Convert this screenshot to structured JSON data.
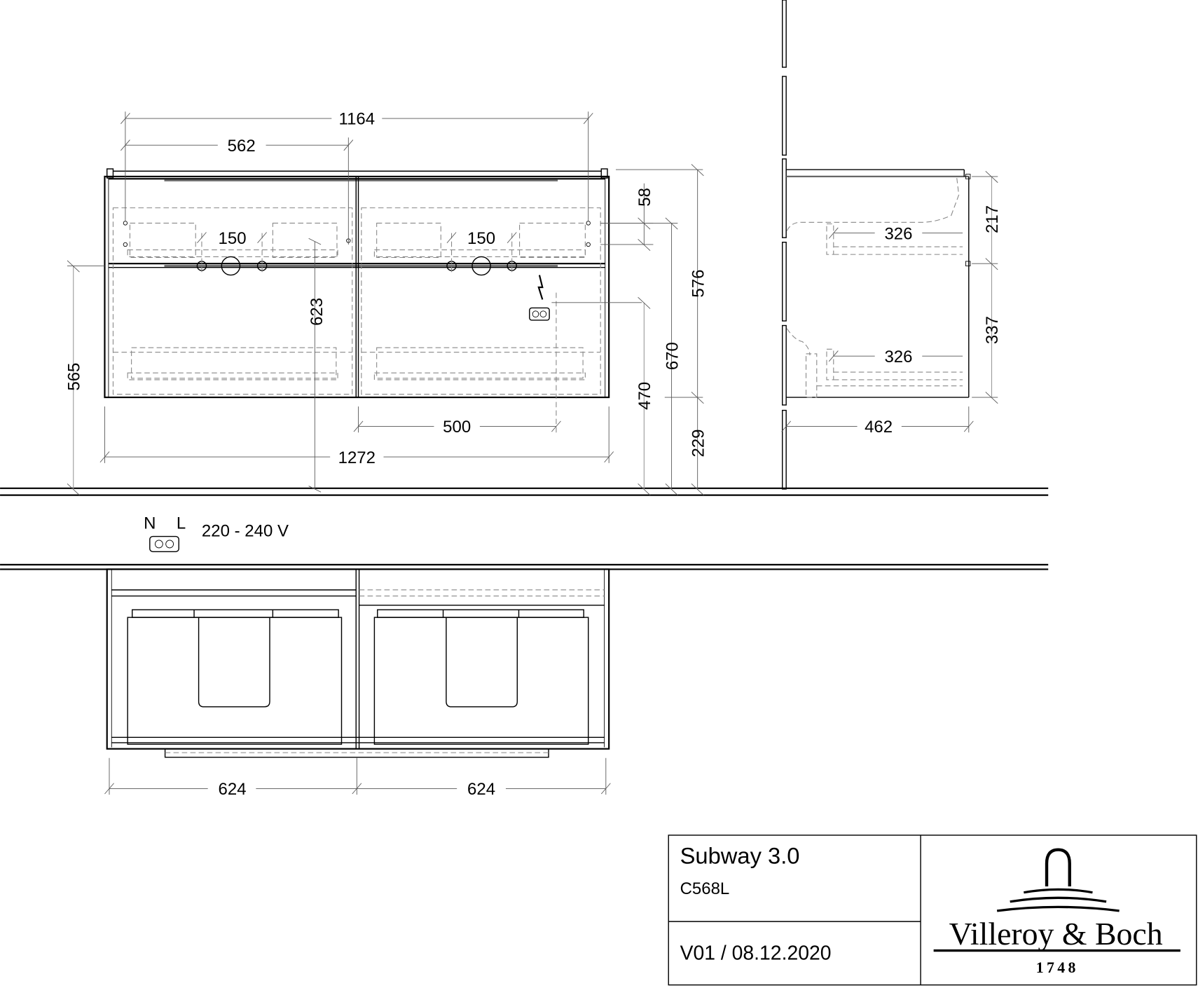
{
  "drawing": {
    "front_view": {
      "dimensions": {
        "overall_top_width": "1164",
        "half_width": "562",
        "tap_spacing_left": "150",
        "tap_spacing_right": "150",
        "top_offset": "58",
        "height_623": "623",
        "height_565": "565",
        "height_576": "576",
        "height_670": "670",
        "height_470": "470",
        "floor_clearance": "229",
        "socket_offset": "500",
        "overall_width": "1272"
      }
    },
    "side_view": {
      "dimensions": {
        "upper_drawer_depth": "326",
        "lower_drawer_depth": "326",
        "upper_height": "217",
        "lower_height": "337",
        "overall_depth": "462"
      }
    },
    "electrical": {
      "neutral_label": "N",
      "live_label": "L",
      "voltage": "220 - 240 V",
      "icons": [
        "lightning-icon",
        "socket-icon"
      ]
    },
    "plan_view": {
      "dimensions": {
        "left_width": "624",
        "right_width": "624"
      }
    },
    "title_block": {
      "product_name": "Subway 3.0",
      "article_code": "C568L",
      "version_date": "V01 / 08.12.2020",
      "brand_name": "Villeroy & Boch",
      "brand_year": "1748"
    }
  }
}
